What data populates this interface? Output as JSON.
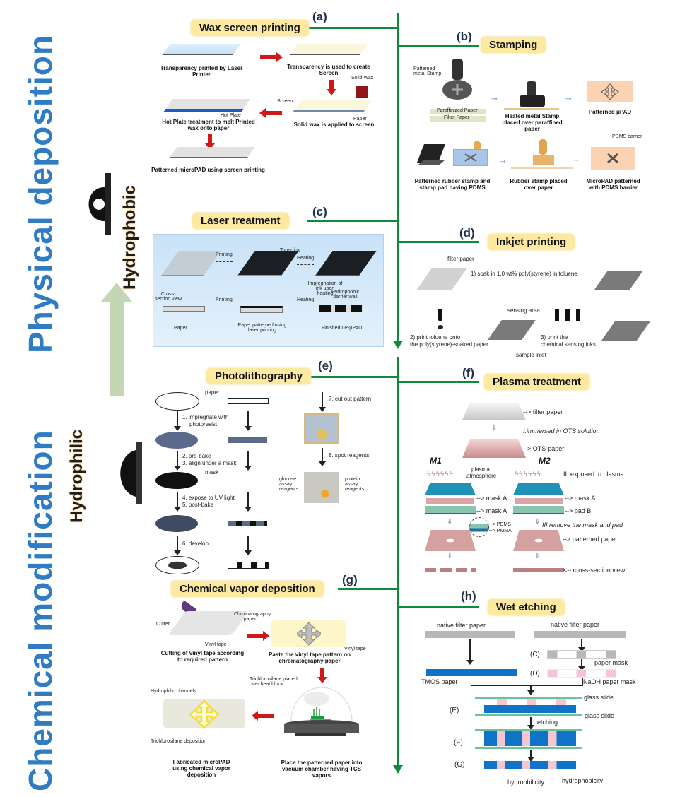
{
  "side_labels": {
    "physical": "Physical deposition",
    "chemical": "Chemical modification",
    "hydrophobic": "Hydrophobic",
    "hydrophilic": "Hydrophilic"
  },
  "colors": {
    "axis_green": "#0f8a3a",
    "title_bg": "#fde9a0",
    "side_blue": "#2f7cc4",
    "arrow_red": "#d01818",
    "up_arrow": "#c5d6b4"
  },
  "panels": {
    "a": {
      "letter": "(a)",
      "title": "Wax screen printing",
      "captions": {
        "step1": "Transparency printed by Laser Printer",
        "step2": "Transparency is used to create Screen",
        "step3": "Solid wax is applied to screen",
        "step4": "Hot Plate treatment to melt Printed wax onto paper",
        "step5": "Patterned microPAD using screen printing"
      },
      "labels": {
        "solid_wax": "Solid Wax",
        "screen": "Screen",
        "paper": "Paper",
        "hot_plate": "Hot Plate"
      }
    },
    "b": {
      "letter": "(b)",
      "title": "Stamping",
      "labels": {
        "patterned_metal_stamp": "Patterned metal Stamp",
        "paraffinized_paper": "Paraffinized Paper",
        "filter_paper": "Filter Paper",
        "pdms_barrier": "PDMS barrier"
      },
      "captions": {
        "heated": "Heated metal Stamp placed over paraffined paper",
        "patterned_upad": "Patterned μPAD",
        "rubber_pad": "Patterned rubber stamp and stamp pad having PDMS",
        "rubber_placed": "Rubber stamp placed over paper",
        "micropad_pdms": "MicroPAD patterned with PDMS barrier"
      }
    },
    "c": {
      "letter": "(c)",
      "title": "Laser treatment",
      "labels": {
        "printing1": "Printing",
        "toner_ink": "Toner ink",
        "heating1": "Heating",
        "impregnation": "Impregnation of ink upon heating",
        "cross_section": "Cross-section view",
        "printing2": "Printing",
        "heating2": "Heating",
        "barrier_wall": "Hydrophobic barrier wall",
        "paper": "Paper",
        "paper_patterned": "Paper patterned using laser printing",
        "finished": "Finished LP-μPAD"
      }
    },
    "d": {
      "letter": "(d)",
      "title": "Inkjet printing",
      "labels": {
        "filter_paper": "filter paper",
        "step1": "1) soak in 1.0 wt% poly(styrene) in toluene",
        "sensing_area": "sensing area",
        "step2_line1": "2) print toluene onto",
        "step2_line2": "the poly(styrene)-soaked paper",
        "step3_line1": "3) print the",
        "step3_line2": "chemical sensing inks",
        "sample_inlet": "sample inlet"
      }
    },
    "e": {
      "letter": "(e)",
      "title": "Photolithography",
      "labels": {
        "paper": "paper",
        "step1_line1": "1. impregnate with",
        "step1_line2": "photoresist",
        "step2": "2. pre-bake",
        "step3": "3. align under a mask",
        "mask": "mask",
        "step4": "4. expose to UV light",
        "step5": "5. post-bake",
        "step6": "6. develop",
        "step7": "7. cut out pattern",
        "step8": "8. spot reagents",
        "glucose": "glucose assay reagents",
        "protein": "protein assay reagents"
      }
    },
    "f": {
      "letter": "(f)",
      "title": "Plasma treatment",
      "labels": {
        "filter_paper": "--> filter paper",
        "step1": "I.immersed in OTS solution",
        "ots_paper": "--> OTS-paper",
        "m1": "M1",
        "m2": "M2",
        "plasma": "plasma",
        "atmosphere": "atmosphere",
        "step2": "II. exposed to plasma",
        "mask_a1": "--> mask A",
        "mask_a2": "--> mask A",
        "mask_a3": "--> mask A",
        "pad_b": "--> pad B",
        "pdms": "--> PDMS",
        "pmma": "--> PMMA",
        "step3": "III.remove the mask and pad",
        "patterned_paper": "--> patterned paper",
        "cross_section": "<-- cross-section view"
      }
    },
    "g": {
      "letter": "(g)",
      "title": "Chemical vapor deposition",
      "labels": {
        "cutter": "Cutter",
        "vinyl_tape1": "Vinyl tape",
        "chromatography_paper": "Chromatography paper",
        "vinyl_tape2": "Vinyl tape",
        "trichlorosilane_heat": "Trichlorosilane placed over heat block",
        "hydrophilic_channels": "Hydrophilic channels",
        "tcs_deposition": "Trichlorosilane deposition"
      },
      "captions": {
        "cutting": "Cutting of vinyl tape according to required pattern",
        "paste": "Paste the vinyl tape pattern on chromatography paper",
        "chamber": "Place the patterned paper into vacuum chamber having TCS vapors",
        "fabricated": "Fabricated microPAD using chemical vapor deposition"
      }
    },
    "h": {
      "letter": "(h)",
      "title": "Wet etching",
      "labels": {
        "native1": "native filter paper",
        "native2": "native filter paper",
        "c": "(C)",
        "paper_mask": "paper mask",
        "d": "(D)",
        "tmos": "TMOS paper",
        "naoh": "NaOH paper mask",
        "e": "(E)",
        "glass1": "glass silde",
        "glass2": "glass silde",
        "etching": "etching",
        "f": "(F)",
        "g": "(G)",
        "hydrophilicity": "hydrophilicity",
        "hydrophobicity": "hydrophobicity"
      }
    }
  }
}
